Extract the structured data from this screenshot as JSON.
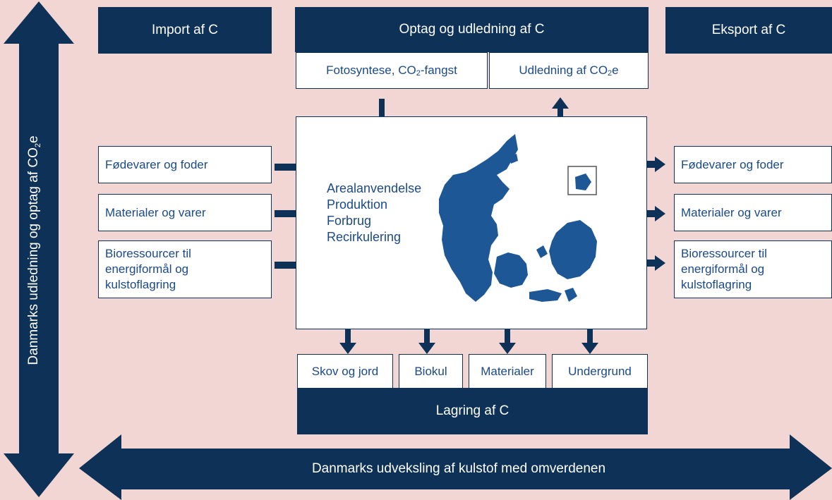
{
  "headers": {
    "import": "Import af C",
    "optag": "Optag og udledning af C",
    "eksport": "Eksport af C",
    "lagring": "Lagring af C"
  },
  "top_boxes": {
    "fotosyntese_prefix": "Fotosyntese, CO",
    "fotosyntese_sub": "2",
    "fotosyntese_suffix": "-fangst",
    "udledning_prefix": "Udledning af CO",
    "udledning_sub": "2",
    "udledning_suffix": "e"
  },
  "import_items": {
    "item1": "Fødevarer og foder",
    "item2": "Materialer og varer",
    "item3_line1": "Bioressourcer til",
    "item3_line2": "energiformål og",
    "item3_line3": "kulstoflagring"
  },
  "export_items": {
    "item1": "Fødevarer og foder",
    "item2": "Materialer og varer",
    "item3_line1": "Bioressourcer til",
    "item3_line2": "energiformål og",
    "item3_line3": "kulstoflagring"
  },
  "center_items": [
    "Arealanvendelse",
    "Produktion",
    "Forbrug",
    "Recirkulering"
  ],
  "storage_items": [
    "Skov og jord",
    "Biokul",
    "Materialer",
    "Undergrund"
  ],
  "vertical_axis": {
    "prefix": "Danmarks udledning og optag af CO",
    "sub": "2",
    "suffix": "e"
  },
  "horizontal_axis": "Danmarks udveksling af kulstof med omverdenen",
  "colors": {
    "navy": "#0e3158",
    "background": "#f2d6d4",
    "map_blue": "#1e5796"
  }
}
